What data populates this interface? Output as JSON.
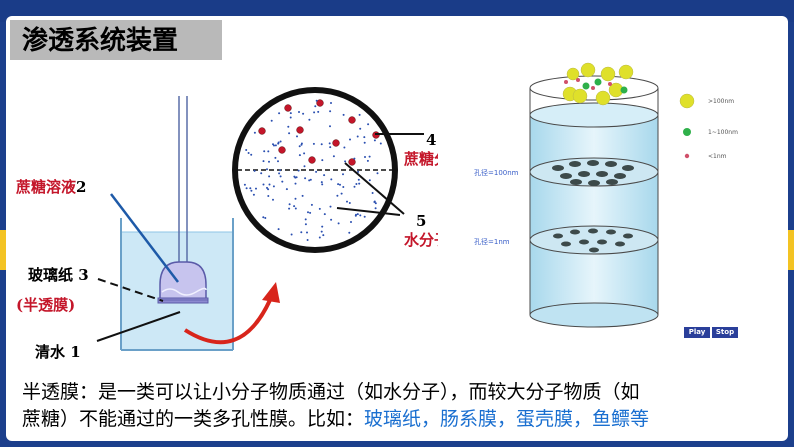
{
  "title": "渗透系统装置",
  "labels": {
    "sucrose_solution": "蔗糖溶液",
    "sucrose_solution_num": "2",
    "cellophane": "玻璃纸",
    "cellophane_num": "3",
    "semi_membrane": "(半透膜)",
    "water": "清水",
    "water_num": "1",
    "sucrose_molecule_num": "4",
    "sucrose_molecule": "蔗糖分子",
    "water_molecule_num": "5",
    "water_molecule": "水分子"
  },
  "animation": {
    "legend": [
      {
        "text": ">100nm",
        "color": "#d9dc18"
      },
      {
        "text": "1~100nm",
        "color": "#2fb04a"
      },
      {
        "text": "<1nm",
        "color": "#d0506a"
      }
    ],
    "pore_upper": "孔径=100nm",
    "pore_lower": "孔径=1nm",
    "play_label": "Play",
    "stop_label": "Stop"
  },
  "text": {
    "line1": "半透膜：是一类可以让小分子物质通过（如水分子），而较大分子物质（如",
    "line2_black": "蔗糖）不能通过的一类多孔性膜。比如：",
    "line2_blue": "玻璃纸，肠系膜，蛋壳膜，鱼鳔等"
  }
}
